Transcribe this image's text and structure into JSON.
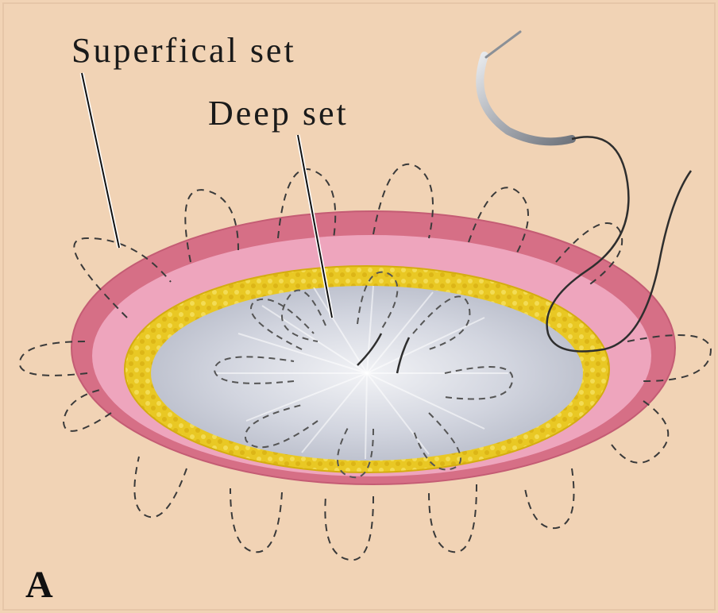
{
  "figure": {
    "labels": {
      "superficial": "Superfical set",
      "deep": "Deep set"
    },
    "panel_letter": "A"
  },
  "colors": {
    "background": "#f1d3b5",
    "skin_rim": "#d66f86",
    "dermis": "#eea5bd",
    "fat_layer": "#eccb2a",
    "deep_tissue": "#cfd2dc",
    "suture": "#3a3a3a",
    "needle": "#b8bcc2"
  }
}
